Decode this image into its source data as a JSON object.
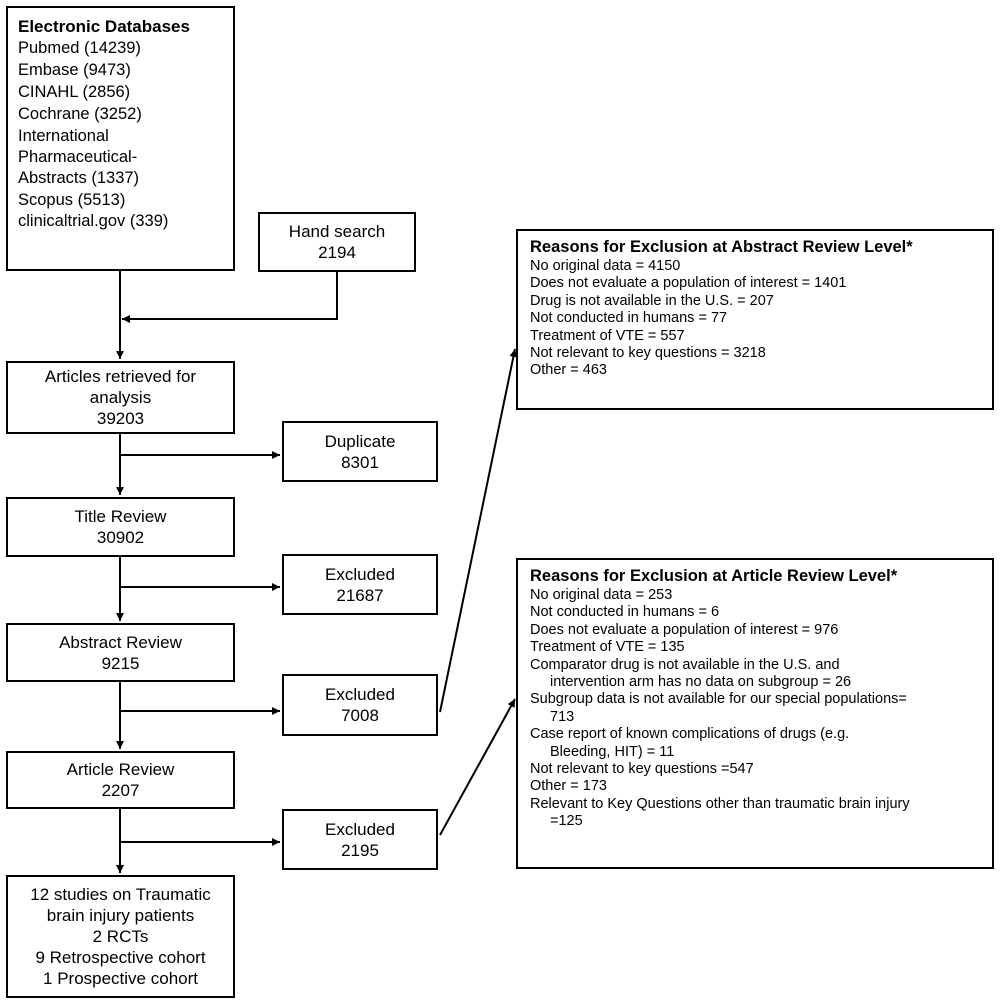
{
  "databases": {
    "title": "Electronic Databases",
    "items": [
      "Pubmed (14239)",
      "Embase (9473)",
      "CINAHL (2856)",
      "Cochrane (3252)",
      "International",
      "Pharmaceutical-",
      "Abstracts (1337)",
      "Scopus (5513)",
      "clinicaltrial.gov (339)"
    ]
  },
  "hand_search": {
    "label": "Hand search",
    "count": "2194"
  },
  "retrieved": {
    "line1": "Articles retrieved for",
    "line2": "analysis",
    "count": "39203"
  },
  "duplicate": {
    "label": "Duplicate",
    "count": "8301"
  },
  "title_review": {
    "label": "Title Review",
    "count": "30902"
  },
  "excluded_title": {
    "label": "Excluded",
    "count": "21687"
  },
  "abstract_review": {
    "label": "Abstract Review",
    "count": "9215"
  },
  "excluded_abstract": {
    "label": "Excluded",
    "count": "7008"
  },
  "article_review": {
    "label": "Article Review",
    "count": "2207"
  },
  "excluded_article": {
    "label": "Excluded",
    "count": "2195"
  },
  "final": {
    "lines": [
      "12 studies on Traumatic",
      "brain injury patients",
      "2 RCTs",
      "9 Retrospective cohort",
      "1 Prospective cohort"
    ]
  },
  "abstract_reasons": {
    "title": "Reasons for Exclusion at Abstract Review Level*",
    "items": [
      "No original data = 4150",
      "Does not evaluate a population of interest = 1401",
      "Drug is not available in the U.S. = 207",
      "Not conducted in humans = 77",
      "Treatment of VTE = 557",
      "Not relevant to key questions = 3218",
      "Other = 463"
    ]
  },
  "article_reasons": {
    "title": "Reasons for Exclusion at Article Review Level*",
    "items": [
      "No original data = 253",
      "Not conducted in humans = 6",
      "Does not evaluate a population of interest = 976",
      "Treatment of VTE = 135",
      "Comparator drug is not available in the U.S. and",
      "intervention arm has no data on subgroup = 26",
      "Subgroup data is not available for our special populations=",
      "713",
      "Case report of known complications of drugs (e.g.",
      "Bleeding, HIT) = 11",
      "Not relevant to key questions =547",
      "Other = 173",
      "Relevant to Key Questions other than traumatic brain injury",
      "=125"
    ]
  }
}
